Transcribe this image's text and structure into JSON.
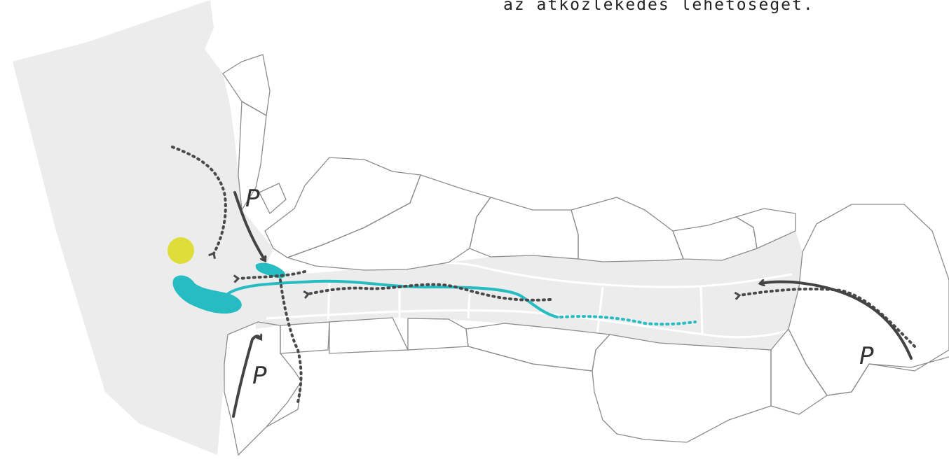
{
  "caption": "az átközlekedés lehetőségét.",
  "parking": {
    "label_top": "P",
    "label_bottom": "P",
    "label_right": "P"
  },
  "colors": {
    "land": "#ececec",
    "parcel_stroke": "#8c8c8c",
    "street": "#ffffff",
    "route": "#27bcc2",
    "arrow": "#444444",
    "dot_path": "#4a4a4a",
    "marker": "#dedd3a"
  }
}
